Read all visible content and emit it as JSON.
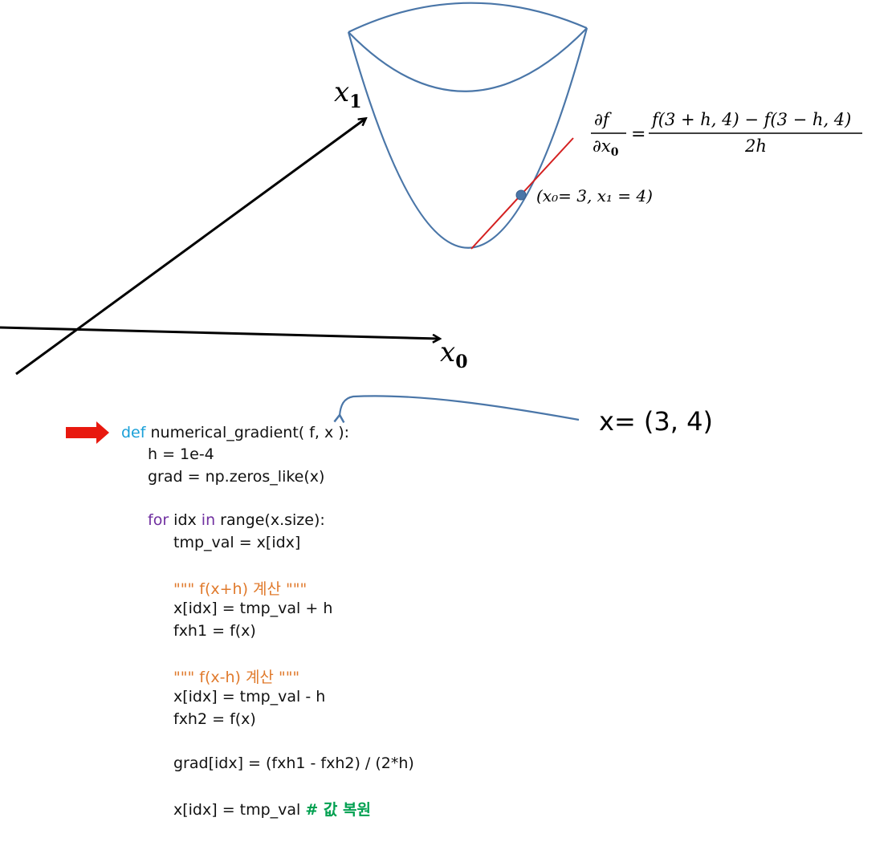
{
  "axes": {
    "x0_label": "x",
    "x0_sub": "0",
    "x1_label": "x",
    "x1_sub": "1"
  },
  "formula": {
    "lhs_num": "∂f",
    "lhs_den": "∂x",
    "lhs_den_sub": "0",
    "equals": "=",
    "rhs_num": "f(3 + h, 4) − f(3 − h, 4)",
    "rhs_den": "2h"
  },
  "point_label": "(x₀= 3, x₁ = 4)",
  "input_label": "x= (3, 4)",
  "code": {
    "def_kw": "def",
    "def_rest": " numerical_gradient( f, x ):",
    "line_h": "h = 1e-4",
    "line_grad": "grad = np.zeros_like(x)",
    "for_kw": "for",
    "for_mid": " idx ",
    "in_kw": "in",
    "for_rest": " range(x.size):",
    "line_tmp": "tmp_val = x[idx]",
    "comment_plus": "\"\"\" f(x+h) 계산 \"\"\"",
    "line_xplus": "x[idx] = tmp_val + h",
    "line_fxh1": "fxh1 = f(x)",
    "comment_minus": "\"\"\" f(x-h) 계산 \"\"\"",
    "line_xminus": "x[idx] = tmp_val - h",
    "line_fxh2": "fxh2 = f(x)",
    "line_gradidx": "grad[idx] = (fxh1 - fxh2) / (2*h)",
    "line_restore": "x[idx] = tmp_val ",
    "comment_restore": "# 값 복원"
  },
  "colors": {
    "curve": "#4a76a8",
    "tangent": "#d42020",
    "pointer_arrow": "#e8190f",
    "keyword_blue": "#1aa0d8",
    "keyword_purple": "#7030a0",
    "comment_orange": "#e07a2c",
    "comment_green": "#00a050"
  }
}
